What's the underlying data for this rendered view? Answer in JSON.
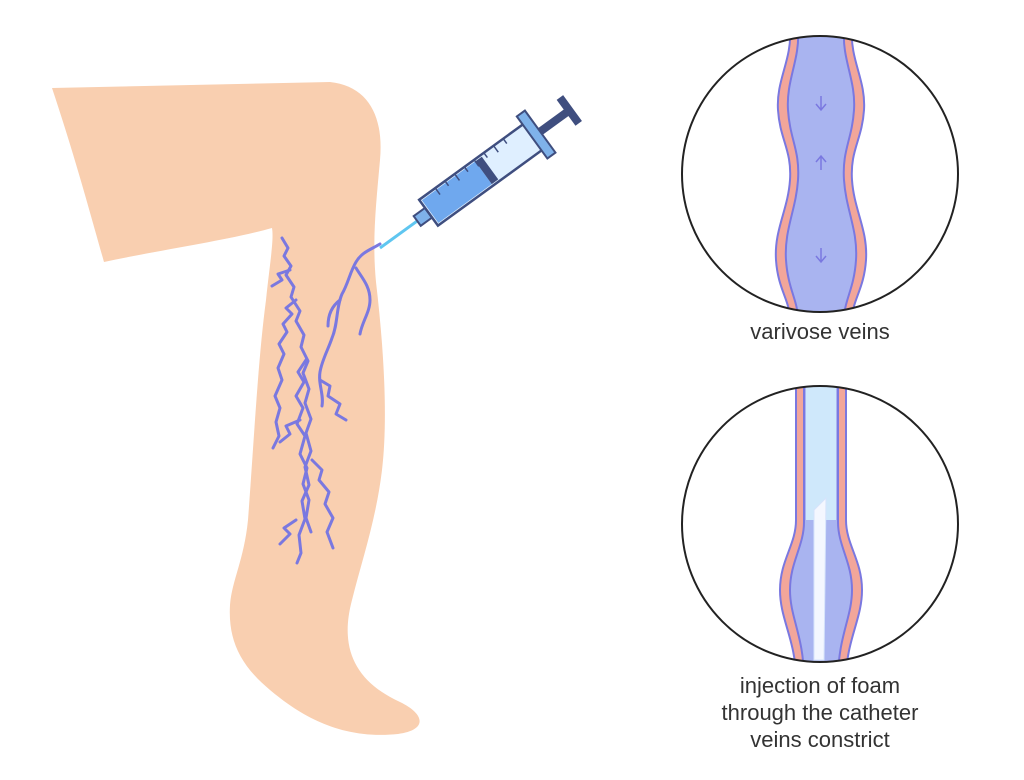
{
  "labels": {
    "top_circle_caption": "varivose veins",
    "bottom_circle_caption": [
      "injection of foam",
      "through the catheter",
      "veins constrict"
    ]
  },
  "colors": {
    "background": "#ffffff",
    "skin": "#f9cfb0",
    "vein": "#7a78e0",
    "vein_fill": "#a9b4f0",
    "vessel_wall": "#f2a69a",
    "syringe_barrel": "#dfefff",
    "syringe_fluid": "#6fa8ee",
    "plunger": "#3f4e7f",
    "needle": "#5fc6f0",
    "foam": "#cfe8fb",
    "circle_stroke": "#222222",
    "text": "#333333"
  },
  "icons": {
    "flow_arrows": "arrow-icon"
  }
}
